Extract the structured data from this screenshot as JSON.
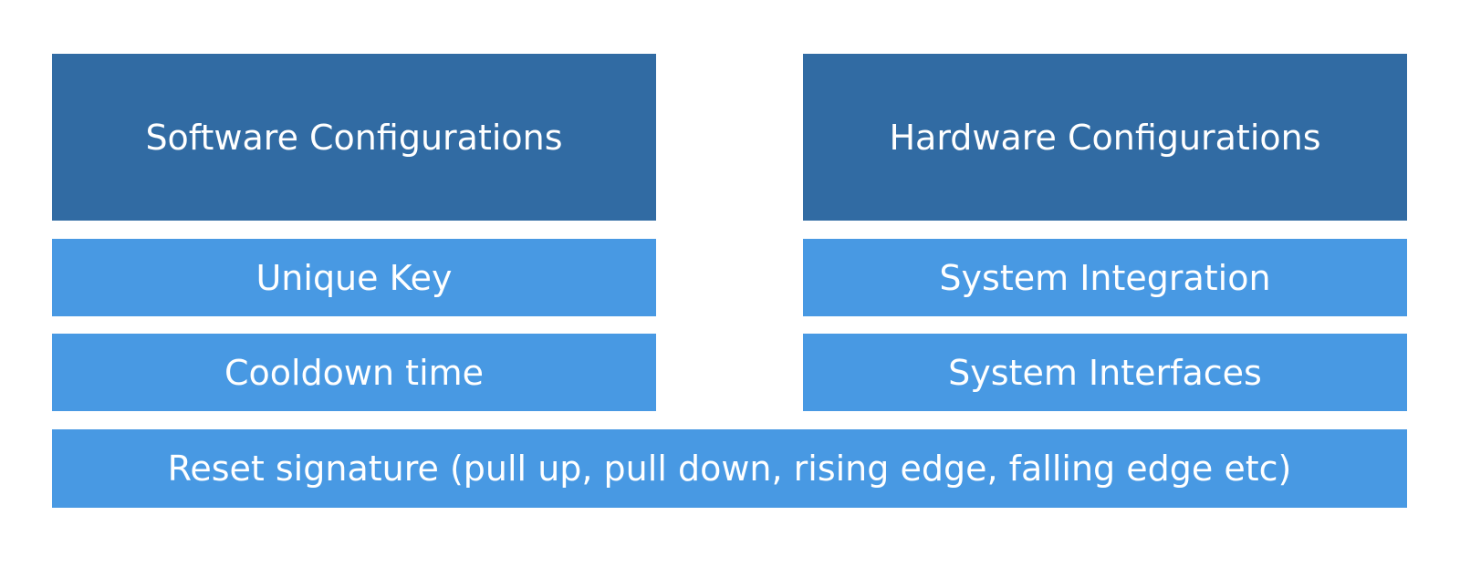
{
  "colors": {
    "header_bg": "#316ba3",
    "item_bg": "#4899e3",
    "text": "#ffffff"
  },
  "software": {
    "title": "Software Configurations",
    "items": [
      "Unique Key",
      "Cooldown time"
    ]
  },
  "hardware": {
    "title": "Hardware Configurations",
    "items": [
      "System Integration",
      "System Interfaces"
    ]
  },
  "shared": {
    "label": "Reset signature (pull up, pull down, rising edge, falling edge etc)"
  }
}
